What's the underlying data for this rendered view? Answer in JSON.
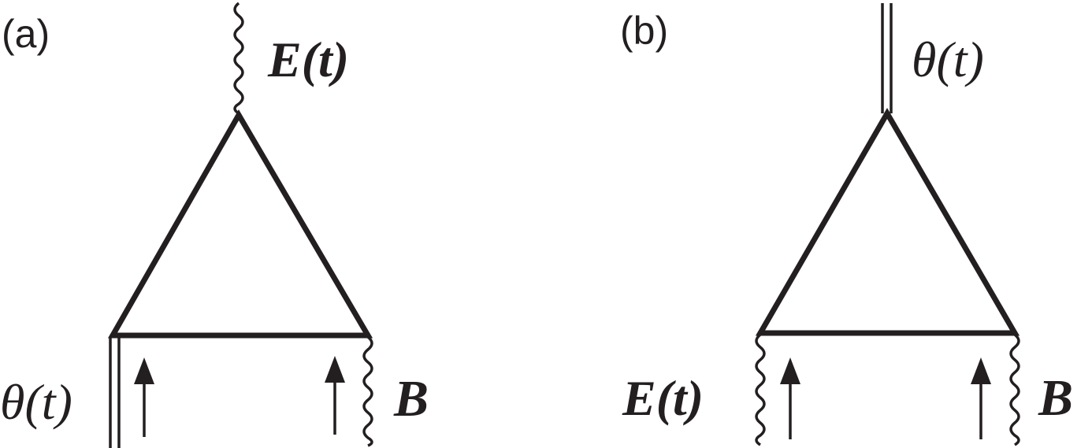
{
  "panels": [
    {
      "id": "a",
      "label": "(a)",
      "top_field": "E(t)",
      "left_field": "θ(t)",
      "right_field": "B"
    },
    {
      "id": "b",
      "label": "(b)",
      "top_field": "θ(t)",
      "left_field": "E(t)",
      "right_field": "B"
    }
  ],
  "colors": {
    "ink": "#231f20",
    "background": "#ffffff"
  },
  "icons": {
    "wavy_line": "photon-line",
    "double_line": "theta-line",
    "arrow": "up-arrow"
  }
}
